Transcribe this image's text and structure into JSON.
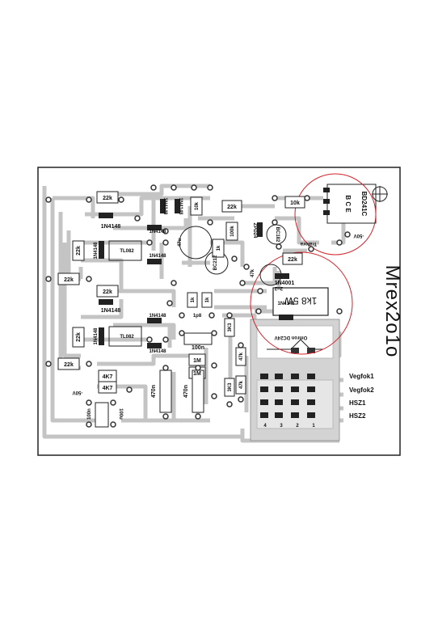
{
  "board_title": "Mrex2o1o",
  "relay": "Omron DC24V",
  "relay_pins": [
    "1",
    "2",
    "3",
    "4"
  ],
  "transistor_power": {
    "name": "BD241C",
    "pins": "B C E"
  },
  "power_resistor": "1k8 5W",
  "zener": "ZPD24",
  "electrolytic_47u": "47u",
  "ic": "TL082",
  "transistors": [
    "BC182",
    "BC212"
  ],
  "diode_power": "1N4001",
  "diode_signal": "1N4148",
  "trafo_label": "Trafora",
  "supply_label": "-50V",
  "vegfok": [
    "Vegfok1",
    "Vegfok2"
  ],
  "hsz": [
    "HSZ1",
    "HSZ2"
  ],
  "resistors": {
    "r22k": "22k",
    "r10k": "10k",
    "r100k": "100k",
    "r1k": "1k",
    "r4k7": "4K7",
    "r1m": "1M",
    "r47k": "47k",
    "r3k3": "3K3"
  },
  "capacitors": {
    "c100n": "100n",
    "c470n": "470n",
    "c2u2": "2u2",
    "c100u": "100u",
    "c1p8": "1p8"
  },
  "colors": {
    "copper": "#c4c4c4",
    "ink": "#111111",
    "mark": "#d2232a"
  }
}
